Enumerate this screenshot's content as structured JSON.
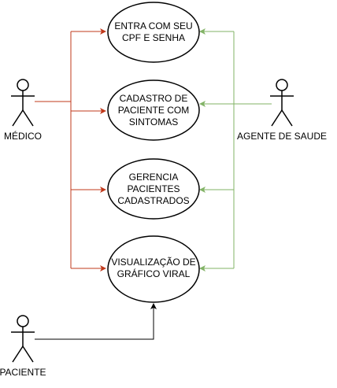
{
  "colors": {
    "medico_lines": "#c0391b",
    "agente_lines": "#82b366",
    "paciente_lines": "#000000"
  },
  "actors": {
    "medico": "MÉDICO",
    "agente": "AGENTE DE SAUDE",
    "paciente": "PACIENTE"
  },
  "use_cases": {
    "login": [
      "ENTRA COM SEU",
      "CPF E SENHA"
    ],
    "cadastro": [
      "CADASTRO DE",
      "PACIENTE COM",
      "SINTOMAS"
    ],
    "gerencia": [
      "GERENCIA",
      "PACIENTES",
      "CADASTRADOS"
    ],
    "grafico": [
      "VISUALIZAÇÃO DE",
      "GRÁFICO VIRAL"
    ]
  }
}
